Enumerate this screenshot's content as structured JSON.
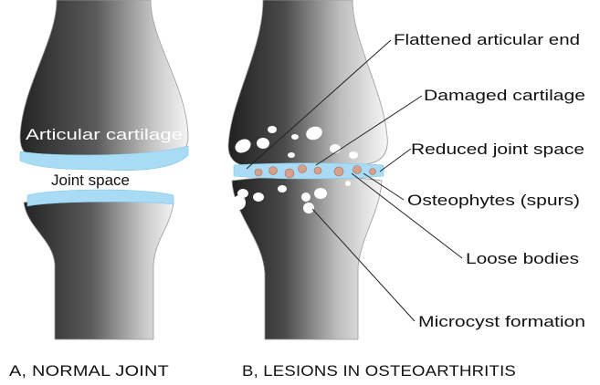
{
  "normal_joint": {
    "caption": "A, NORMAL JOINT",
    "labels": {
      "articular_cartilage": "Articular cartilage",
      "joint_space": "Joint space"
    }
  },
  "osteoarthritis_joint": {
    "caption": "B, LESIONS IN OSTEOARTHRITIS",
    "labels": {
      "flattened_articular_end": "Flattened articular end",
      "damaged_cartilage": "Damaged cartilage",
      "reduced_joint_space": "Reduced joint space",
      "osteophytes": "Osteophytes (spurs)",
      "loose_bodies": "Loose bodies",
      "microcyst_formation": "Microcyst formation"
    }
  },
  "colors": {
    "bone_dark": "#2b2b2b",
    "bone_light": "#f2f2f2",
    "cartilage": "#a9dcf4",
    "osteophyte": "#d7a08c",
    "cyst": "#ffffff"
  }
}
